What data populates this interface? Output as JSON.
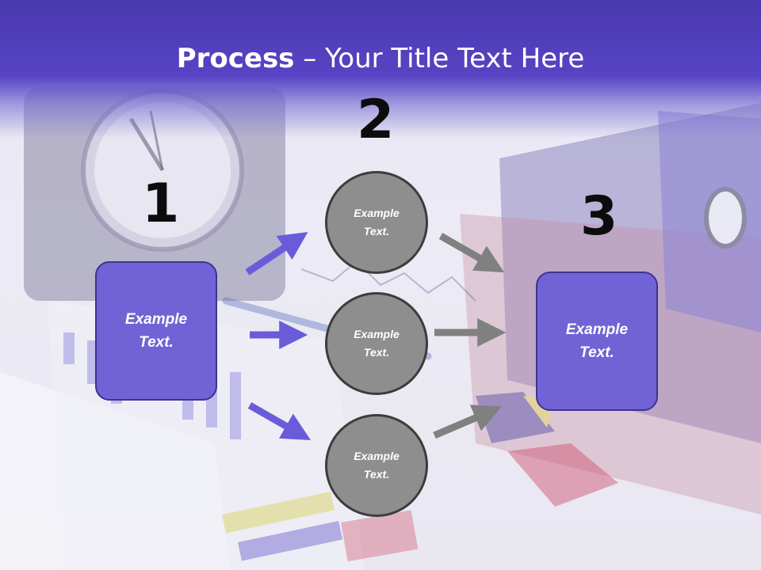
{
  "title": {
    "bold": "Process",
    "rest": " – Your Title Text Here"
  },
  "steps": [
    {
      "number": "1",
      "text": "Example Text."
    },
    {
      "number": "2",
      "text": "Example Text."
    },
    {
      "number": "3",
      "text": "Example Text."
    }
  ],
  "circles": [
    {
      "text": "Example Text."
    },
    {
      "text": "Example Text."
    },
    {
      "text": "Example Text."
    }
  ],
  "colors": {
    "title_band": "#4a38b0",
    "box_fill": "#7163d5",
    "box_border": "#3e338e",
    "circle_fill": "#8e8e8e",
    "circle_border": "#3c3c3c",
    "purple_arrow": "#6a5cd8",
    "gray_arrow": "#808080"
  }
}
